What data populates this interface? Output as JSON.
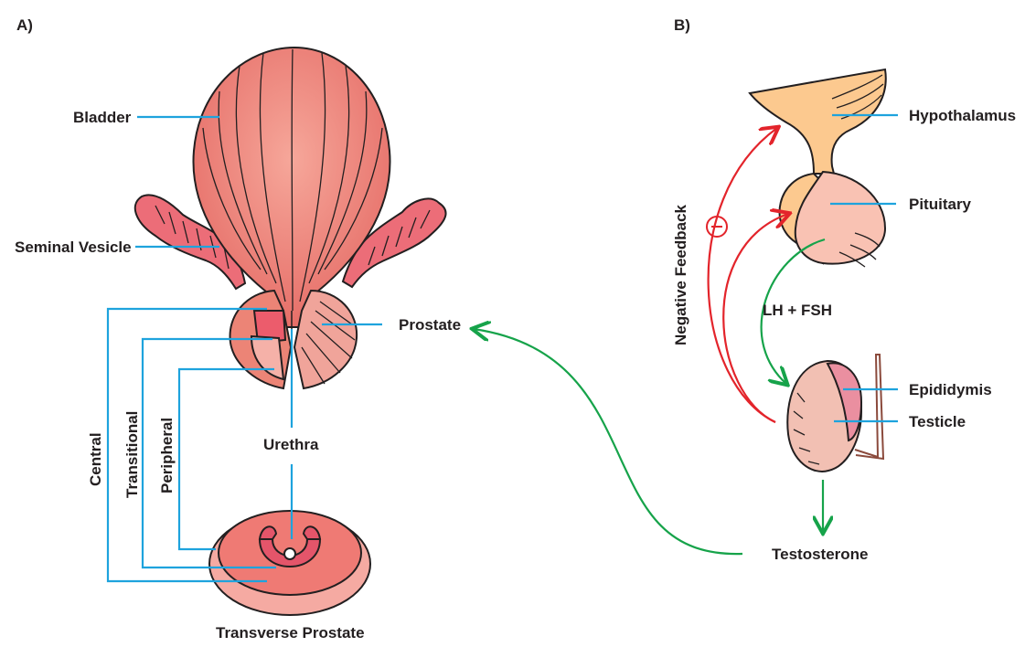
{
  "panels": {
    "a": "A)",
    "b": "B)"
  },
  "labels": {
    "bladder": "Bladder",
    "seminal_vesicle": "Seminal Vesicle",
    "prostate": "Prostate",
    "urethra": "Urethra",
    "central": "Central",
    "transitional": "Transitional",
    "peripheral": "Peripheral",
    "transverse_prostate": "Transverse Prostate",
    "hypothalamus": "Hypothalamus",
    "pituitary": "Pituitary",
    "negative_feedback": "Negative Feedback",
    "lh_fsh": "LH + FSH",
    "epididymis": "Epididymis",
    "testicle": "Testicle",
    "testosterone": "Testosterone"
  },
  "symbols": {
    "inhibition": "minus-circle-icon"
  },
  "colors": {
    "leader_line": "#1ea3dd",
    "feedback_arrow": "#e3242b",
    "stimulation_arrow": "#16a34a",
    "tissue": "#ef8a7c",
    "tissue_dark": "#e4556a",
    "tissue_light": "#f7b6ac",
    "brain": "#fcc98f"
  }
}
